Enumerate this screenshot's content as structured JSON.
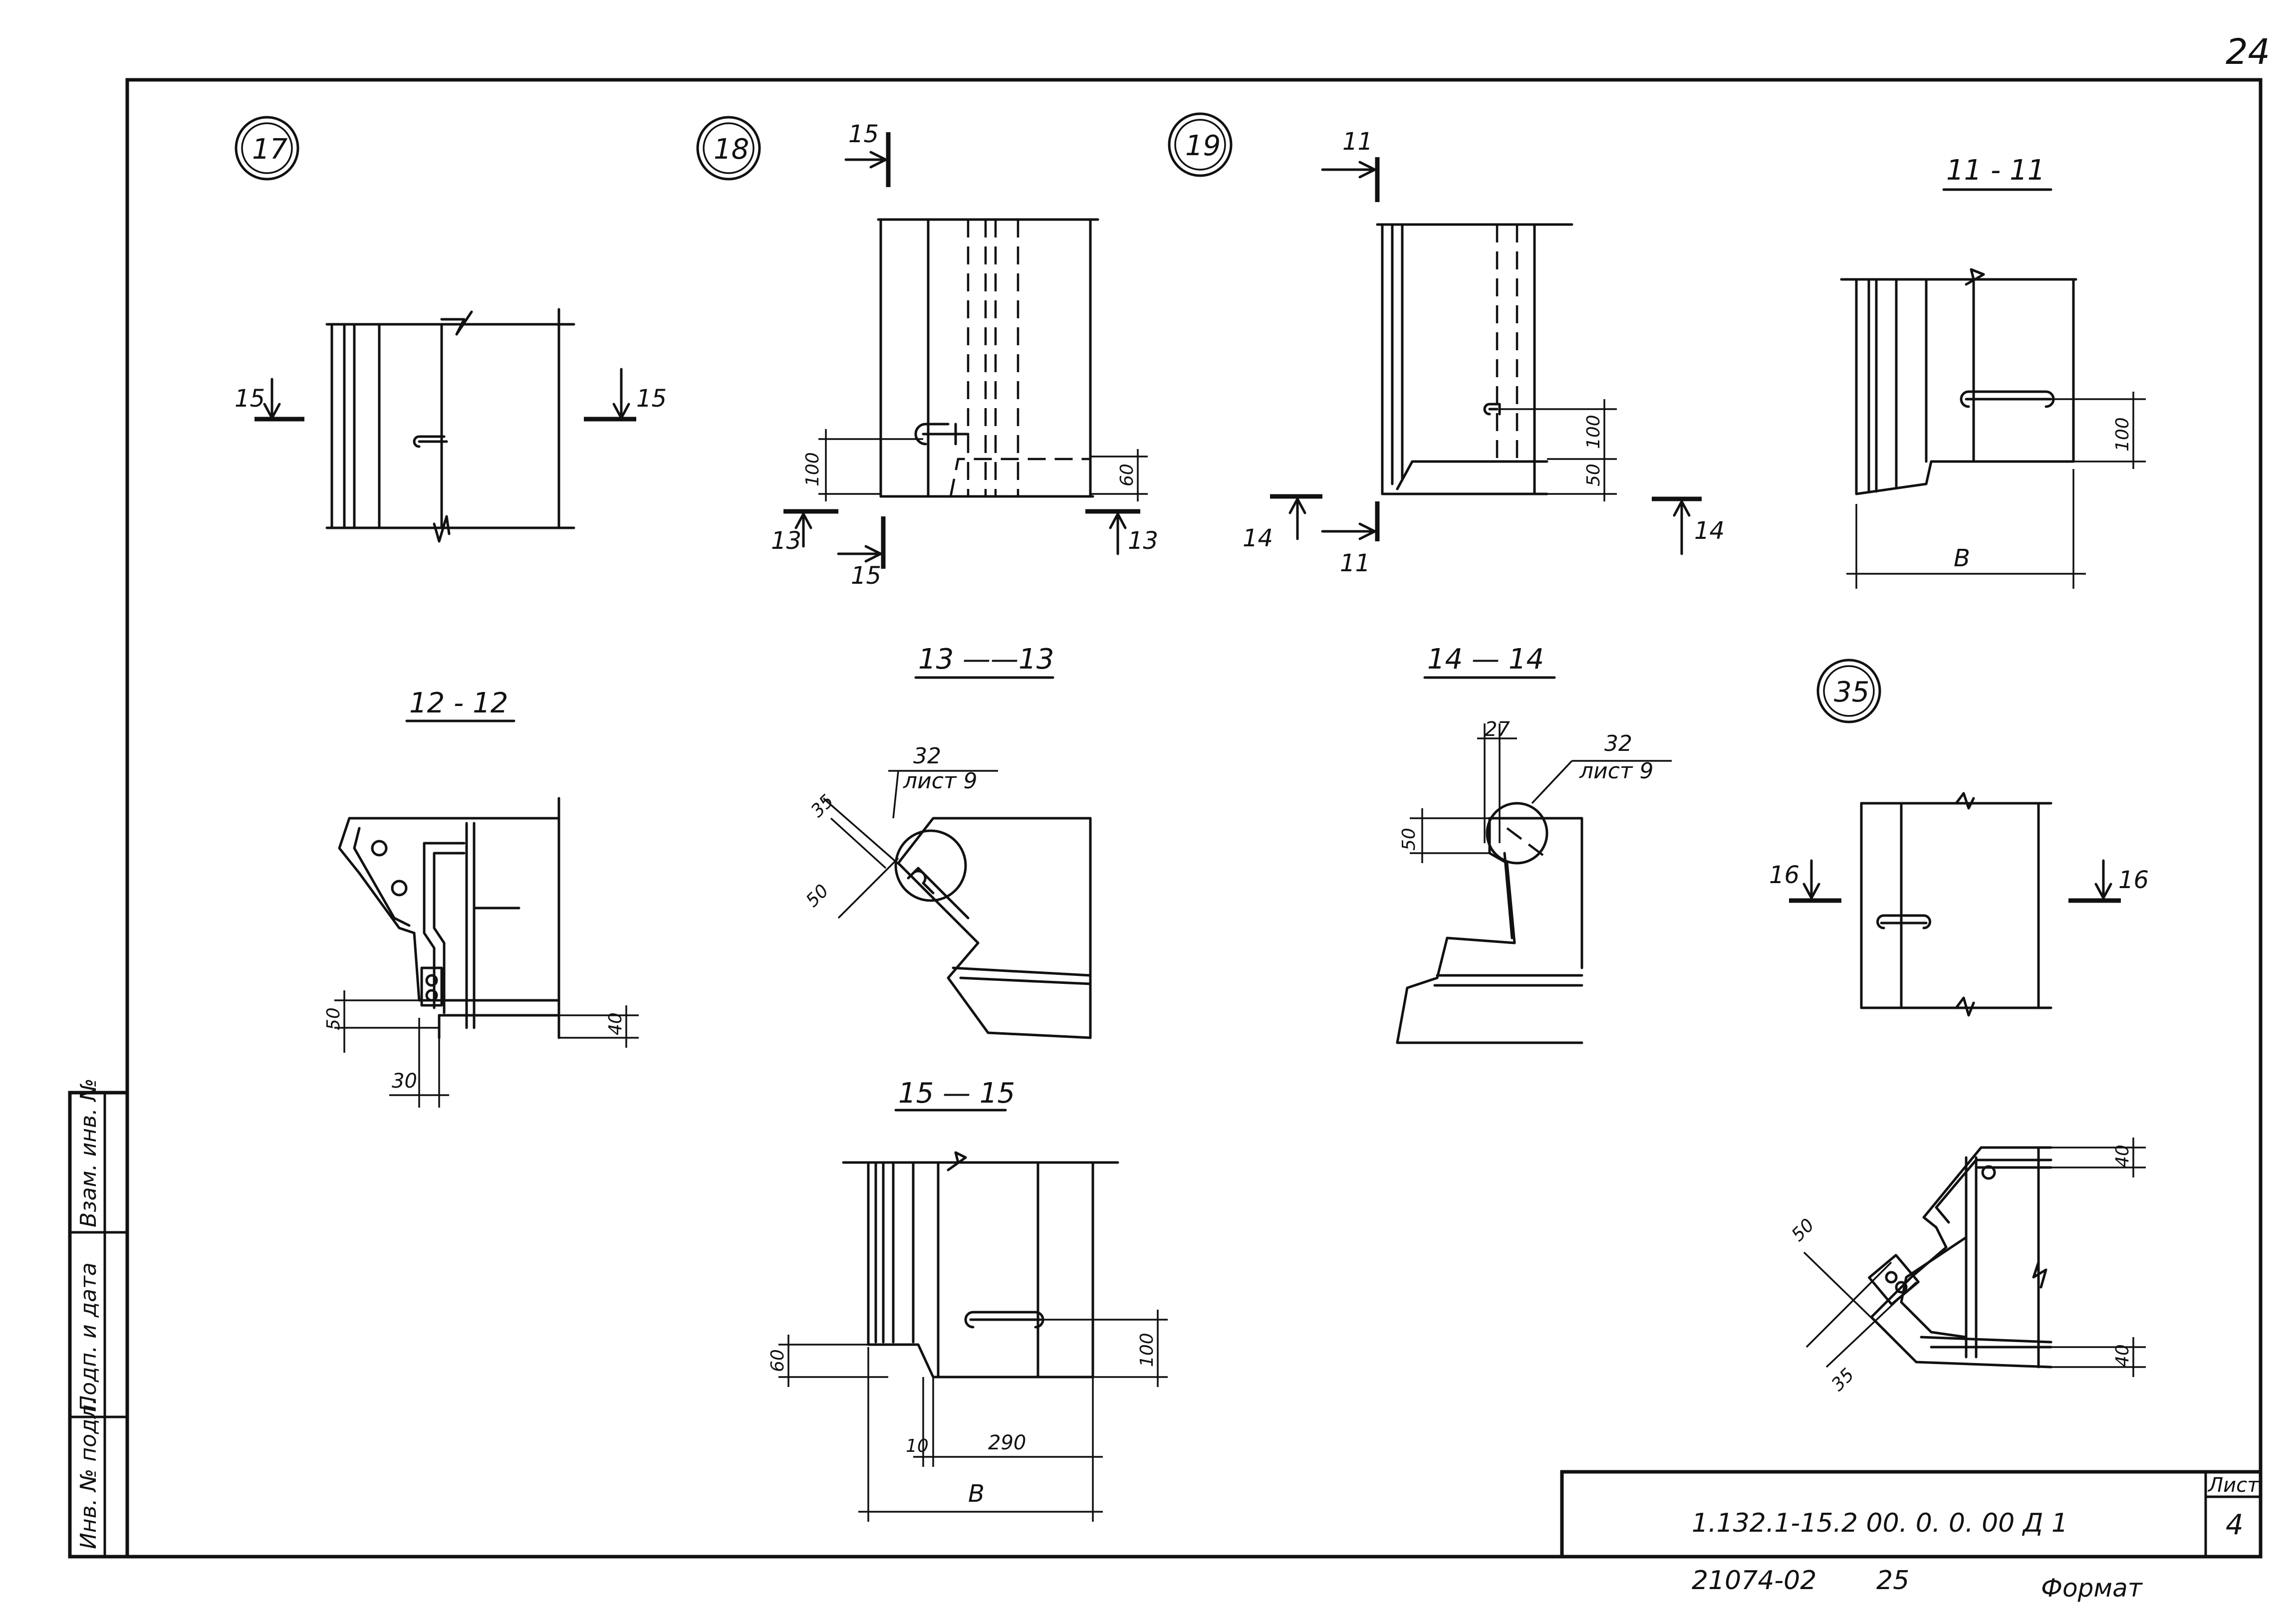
{
  "page_number": "24",
  "detail_markers": {
    "d17": "17",
    "d18": "18",
    "d19": "19",
    "d35": "35"
  },
  "sections": {
    "s11": "11 - 11",
    "s12": "12 - 12",
    "s13": "13 ——13",
    "s14": "14 — 14",
    "s15": "15 — 15"
  },
  "cut_labels": {
    "c11": "11",
    "c13": "13",
    "c14": "14",
    "c15": "15",
    "c16": "16"
  },
  "dimensions": {
    "d100": "100",
    "d60": "60",
    "d50": "50",
    "d40": "40",
    "d30": "30",
    "d35": "35",
    "d27": "27",
    "d10": "10",
    "d290": "290",
    "dB": "B"
  },
  "references": {
    "ref_num": "32",
    "ref_sheet": "лист 9"
  },
  "left_strip": {
    "inv_podl": "Инв. № подл.",
    "podp_data": "Подп. и дата",
    "vzam_inv": "Взам. инв. №"
  },
  "title_block": {
    "sheet_label": "Лист",
    "sheet_num": "4",
    "designation": "1.132.1-15.2  00. 0. 0. 00 Д 1"
  },
  "footer": {
    "doc_num": "21074-02",
    "num2": "25",
    "format_label": "Формат"
  }
}
